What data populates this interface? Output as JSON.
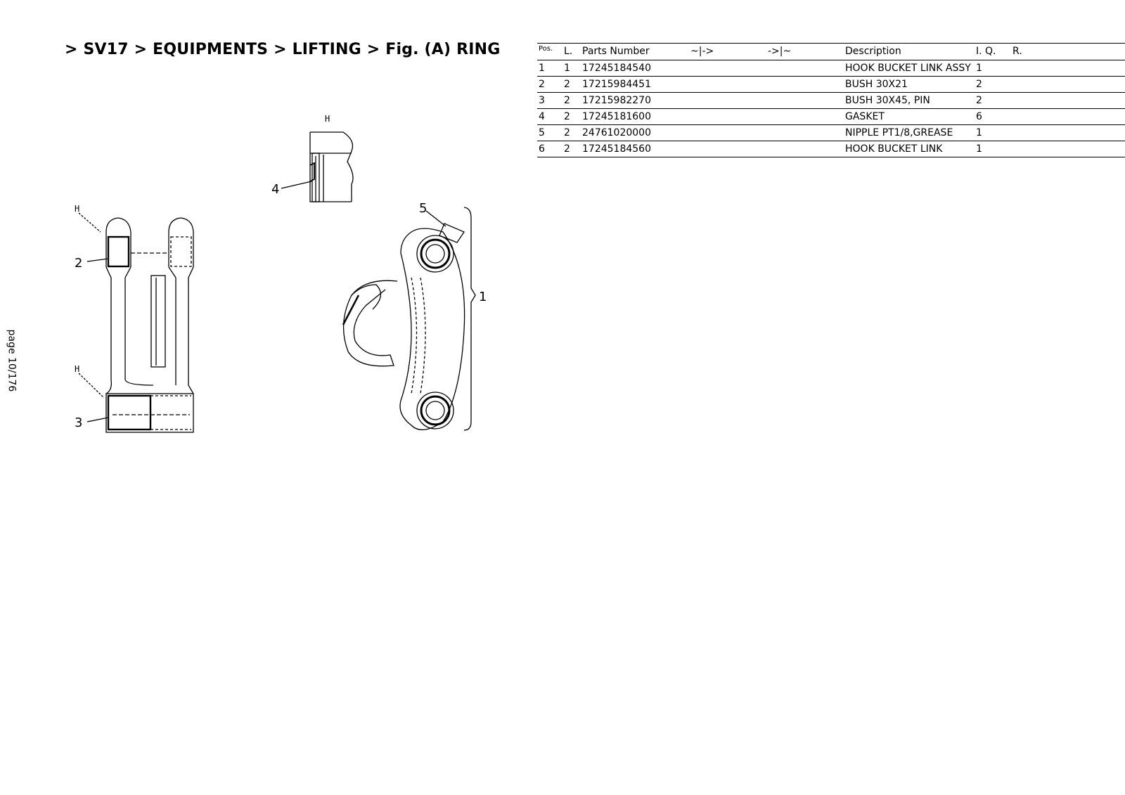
{
  "breadcrumb": "> SV17 > EQUIPMENTS > LIFTING >  Fig. (A)  RING",
  "page_label": "page 10/176",
  "drawing": {
    "callouts": [
      "1",
      "2",
      "3",
      "4",
      "5"
    ],
    "detail_marks": [
      "H",
      "H",
      "H"
    ]
  },
  "table": {
    "headers": {
      "pos": "Pos.",
      "l": "L.",
      "parts_number": "Parts Number",
      "from": "~|->",
      "to": "->|~",
      "description": "Description",
      "iq": "I. Q.",
      "r": "R."
    },
    "rows": [
      {
        "pos": "1",
        "l": "1",
        "pn": "17245184540",
        "desc": "HOOK BUCKET LINK ASSY",
        "qty": "1"
      },
      {
        "pos": "2",
        "l": "2",
        "pn": "17215984451",
        "desc": "BUSH 30X21",
        "qty": "2"
      },
      {
        "pos": "3",
        "l": "2",
        "pn": "17215982270",
        "desc": "BUSH 30X45, PIN",
        "qty": "2"
      },
      {
        "pos": "4",
        "l": "2",
        "pn": "17245181600",
        "desc": "GASKET",
        "qty": "6"
      },
      {
        "pos": "5",
        "l": "2",
        "pn": "24761020000",
        "desc": "NIPPLE PT1/8,GREASE",
        "qty": "1"
      },
      {
        "pos": "6",
        "l": "2",
        "pn": "17245184560",
        "desc": "HOOK BUCKET LINK",
        "qty": "1"
      }
    ]
  }
}
